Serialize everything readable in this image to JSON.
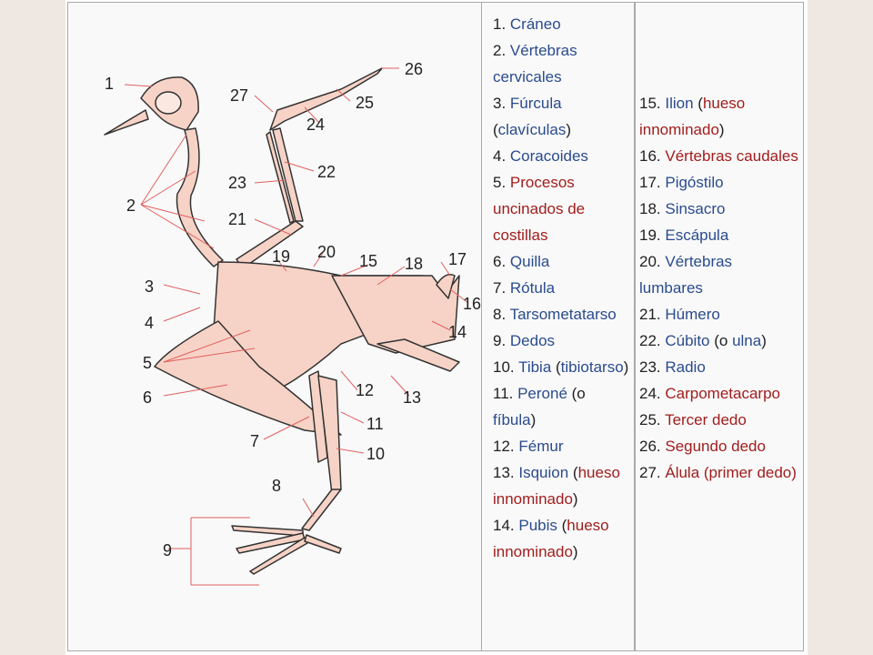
{
  "diagram": {
    "callouts": [
      "1",
      "2",
      "3",
      "4",
      "5",
      "6",
      "7",
      "8",
      "9",
      "10",
      "11",
      "12",
      "13",
      "14",
      "15",
      "16",
      "17",
      "18",
      "19",
      "20",
      "21",
      "22",
      "23",
      "24",
      "25",
      "26",
      "27"
    ]
  },
  "legend": {
    "col1": [
      {
        "num": "1.",
        "parts": [
          {
            "t": "Cráneo",
            "c": "blue"
          }
        ]
      },
      {
        "num": "2.",
        "parts": [
          {
            "t": "Vértebras cervicales",
            "c": "blue"
          }
        ]
      },
      {
        "num": "3.",
        "parts": [
          {
            "t": "Fúrcula",
            "c": "blue"
          },
          {
            "t": " (",
            "c": "blk"
          },
          {
            "t": "clavículas",
            "c": "blue"
          },
          {
            "t": ")",
            "c": "blk"
          }
        ]
      },
      {
        "num": "4.",
        "parts": [
          {
            "t": "Coracoides",
            "c": "blue"
          }
        ]
      },
      {
        "num": "5.",
        "parts": [
          {
            "t": "Procesos uncinados de costillas",
            "c": "red"
          }
        ]
      },
      {
        "num": "6.",
        "parts": [
          {
            "t": "Quilla",
            "c": "blue"
          }
        ]
      },
      {
        "num": "7.",
        "parts": [
          {
            "t": "Rótula",
            "c": "blue"
          }
        ]
      },
      {
        "num": "8.",
        "parts": [
          {
            "t": "Tarsometatarso",
            "c": "blue"
          }
        ]
      },
      {
        "num": "9.",
        "parts": [
          {
            "t": "Dedos",
            "c": "blue"
          }
        ]
      },
      {
        "num": "10.",
        "parts": [
          {
            "t": "Tibia",
            "c": "blue"
          },
          {
            "t": " (",
            "c": "blk"
          },
          {
            "t": "tibiotarso",
            "c": "blue"
          },
          {
            "t": ")",
            "c": "blk"
          }
        ]
      },
      {
        "num": "11.",
        "parts": [
          {
            "t": "Peroné",
            "c": "blue"
          },
          {
            "t": " (o ",
            "c": "blk"
          },
          {
            "t": "fíbula",
            "c": "blue"
          },
          {
            "t": ")",
            "c": "blk"
          }
        ]
      },
      {
        "num": "12.",
        "parts": [
          {
            "t": "Fémur",
            "c": "blue"
          }
        ]
      },
      {
        "num": "13.",
        "parts": [
          {
            "t": "Isquion",
            "c": "blue"
          },
          {
            "t": " (",
            "c": "blk"
          },
          {
            "t": "hueso innominado",
            "c": "red"
          },
          {
            "t": ")",
            "c": "blk"
          }
        ]
      },
      {
        "num": "14.",
        "parts": [
          {
            "t": "Pubis",
            "c": "blue"
          },
          {
            "t": " (",
            "c": "blk"
          },
          {
            "t": "hueso innominado",
            "c": "red"
          },
          {
            "t": ")",
            "c": "blk"
          }
        ]
      }
    ],
    "col2": [
      {
        "num": "15.",
        "parts": [
          {
            "t": "Ilion",
            "c": "blue"
          },
          {
            "t": " (",
            "c": "blk"
          },
          {
            "t": "hueso innominado",
            "c": "red"
          },
          {
            "t": ")",
            "c": "blk"
          }
        ]
      },
      {
        "num": "16.",
        "parts": [
          {
            "t": "Vértebras caudales",
            "c": "red"
          }
        ]
      },
      {
        "num": "17.",
        "parts": [
          {
            "t": "Pigóstilo",
            "c": "blue"
          }
        ]
      },
      {
        "num": "18.",
        "parts": [
          {
            "t": "Sinsacro",
            "c": "blue"
          }
        ]
      },
      {
        "num": "19.",
        "parts": [
          {
            "t": "Escápula",
            "c": "blue"
          }
        ]
      },
      {
        "num": "20.",
        "parts": [
          {
            "t": "Vértebras lumbares",
            "c": "blue"
          }
        ]
      },
      {
        "num": "21.",
        "parts": [
          {
            "t": "Húmero",
            "c": "blue"
          }
        ]
      },
      {
        "num": "22.",
        "parts": [
          {
            "t": "Cúbito",
            "c": "blue"
          },
          {
            "t": " (o ",
            "c": "blk"
          },
          {
            "t": "ulna",
            "c": "blue"
          },
          {
            "t": ")",
            "c": "blk"
          }
        ]
      },
      {
        "num": "23.",
        "parts": [
          {
            "t": "Radio",
            "c": "blue"
          }
        ]
      },
      {
        "num": "24.",
        "parts": [
          {
            "t": "Carpometacarpo",
            "c": "red"
          }
        ]
      },
      {
        "num": "25.",
        "parts": [
          {
            "t": "Tercer dedo",
            "c": "red"
          }
        ]
      },
      {
        "num": "26.",
        "parts": [
          {
            "t": "Segundo dedo",
            "c": "red"
          }
        ]
      },
      {
        "num": "27.",
        "parts": [
          {
            "t": "Álula (primer dedo)",
            "c": "red"
          }
        ]
      }
    ]
  },
  "colors": {
    "link_blue": "#2a4b8d",
    "link_red": "#a11d1d",
    "bone": "#f6d3c6",
    "bone_outline": "#333333",
    "leader": "#e06060"
  }
}
